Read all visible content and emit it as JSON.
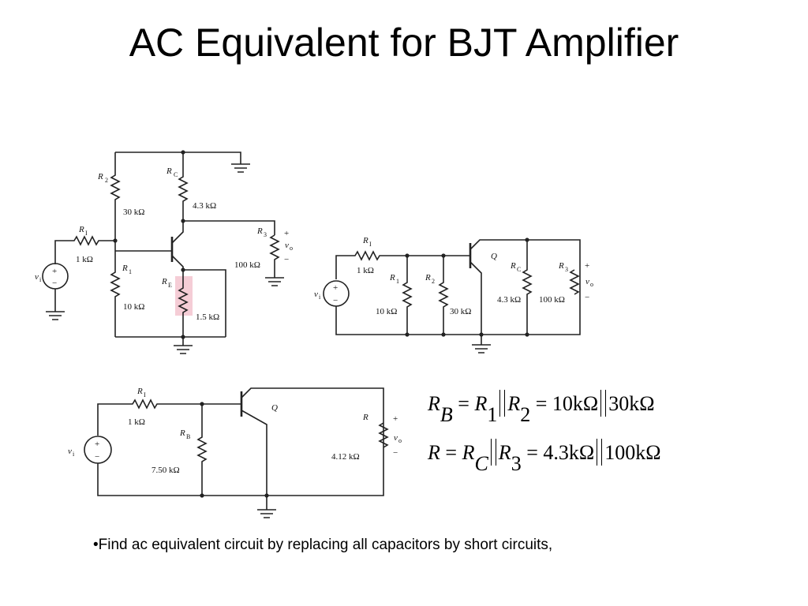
{
  "title": "AC Equivalent for BJT Amplifier",
  "circuit1": {
    "r2": "R",
    "r2_sub": "2",
    "r2_val": "30 kΩ",
    "rc": "R",
    "rc_sub": "C",
    "rc_val": "4.3 kΩ",
    "ri": "R",
    "ri_sub": "I",
    "ri_val": "1 kΩ",
    "rs": "R",
    "rs_sub": "3",
    "rs_val": "100 kΩ",
    "r1": "R",
    "r1_sub": "1",
    "r1_val": "10 kΩ",
    "re": "R",
    "re_sub": "E",
    "re_val": "1.5 kΩ",
    "vi": "v",
    "vi_sub": "i",
    "vo": "v",
    "vo_sub": "o",
    "plus": "+",
    "minus": "−"
  },
  "circuit2": {
    "ri": "R",
    "ri_sub": "I",
    "ri_val": "1 kΩ",
    "r1": "R",
    "r1_sub": "1",
    "r1_val": "10 kΩ",
    "r2": "R",
    "r2_sub": "2",
    "r2_val": "30 kΩ",
    "q": "Q",
    "rc": "R",
    "rc_sub": "C",
    "rc_val": "4.3 kΩ",
    "r3": "R",
    "r3_sub": "3",
    "r3_val": "100 kΩ",
    "vi": "v",
    "vi_sub": "i",
    "vo": "v",
    "vo_sub": "o",
    "plus": "+",
    "minus": "−"
  },
  "circuit3": {
    "ri": "R",
    "ri_sub": "I",
    "ri_val": "1 kΩ",
    "rb": "R",
    "rb_sub": "B",
    "rb_val": "7.50 kΩ",
    "q": "Q",
    "r": "R",
    "r_val": "4.12 kΩ",
    "vi": "v",
    "vi_sub": "i",
    "vo": "v",
    "vo_sub": "o",
    "plus": "+",
    "minus": "−"
  },
  "equations": {
    "eq1": {
      "lhs": "R",
      "lhs_sub": "B",
      "eq": "=",
      "a": "R",
      "a_sub": "1",
      "b": "R",
      "b_sub": "2",
      "eq2": "=",
      "v1": "10kΩ",
      "v2": "30kΩ"
    },
    "eq2": {
      "lhs": "R",
      "eq": "=",
      "a": "R",
      "a_sub": "C",
      "b": "R",
      "b_sub": "3",
      "eq2": "=",
      "v1": "4.3kΩ",
      "v2": "100kΩ"
    }
  },
  "bullet": "•Find ac equivalent circuit by replacing all capacitors by short circuits,"
}
